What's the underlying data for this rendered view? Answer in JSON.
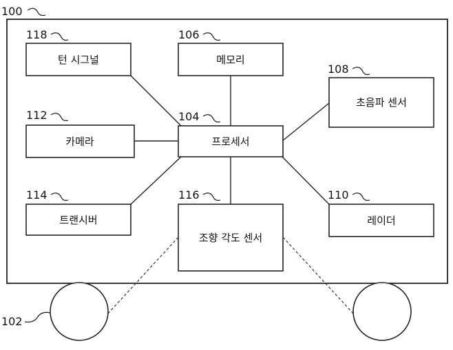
{
  "vehicle": {
    "ref": "100"
  },
  "wheels": {
    "ref": "102"
  },
  "components": {
    "processor": {
      "ref": "104",
      "label": "프로세서"
    },
    "memory": {
      "ref": "106",
      "label": "메모리"
    },
    "ultrasonic": {
      "ref": "108",
      "label": "초음파 센서"
    },
    "radar": {
      "ref": "110",
      "label": "레이더"
    },
    "camera": {
      "ref": "112",
      "label": "카메라"
    },
    "transceiver": {
      "ref": "114",
      "label": "트랜시버"
    },
    "steering_sensor": {
      "ref": "116",
      "label": "조향 각도 센서"
    },
    "turn_signal": {
      "ref": "118",
      "label": "턴 시그널"
    }
  }
}
